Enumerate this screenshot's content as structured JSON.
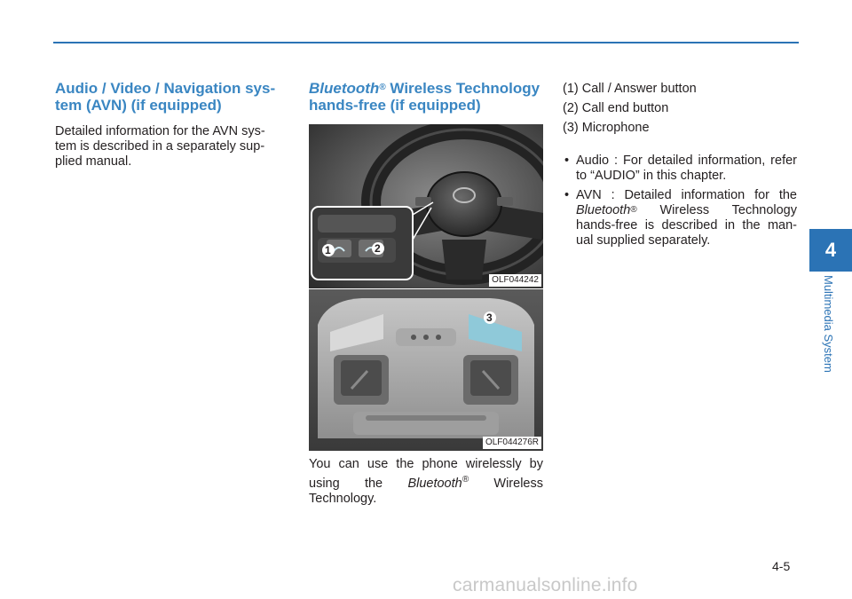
{
  "section1": {
    "heading": "Audio / Video / Navigation sys-\ntem (AVN) (if equipped)",
    "heading_line1": "Audio / Video / Navigation sys-",
    "heading_line2": "tem (AVN) (if equipped)",
    "body": "Detailed information for the AVN sys- tem is described in a separately sup- plied manual.",
    "body_lines": [
      "Detailed information for the AVN sys-",
      "tem is described in a separately sup-",
      "plied manual."
    ]
  },
  "section2": {
    "heading_italic": "Bluetooth",
    "heading_reg": "®",
    "heading_rest": " Wireless Technology",
    "heading_line2": "hands-free (if equipped)",
    "photo1_code": "OLF044242",
    "photo2_code": "OLF044276R",
    "photo1_labels": [
      "1",
      "2"
    ],
    "photo2_labels": [
      "3"
    ],
    "body_pre": "You can use the phone wirelessly by using the ",
    "body_italic": "Bluetooth",
    "body_reg": "®",
    "body_post": " Wireless Technology."
  },
  "section3": {
    "list": [
      "(1) Call / Answer button",
      "(2) Call end button",
      "(3) Microphone"
    ],
    "bullet1": "Audio : For detailed information, refer to “AUDIO” in this chapter.",
    "bullet2_pre": "AVN : Detailed information for the ",
    "bullet2_italic": "Bluetooth",
    "bullet2_reg": "®",
    "bullet2_post": " Wireless Technology hands-free is described in the man- ual supplied separately."
  },
  "side_tab": {
    "number": "4",
    "label": "Multimedia System"
  },
  "page_number": "4-5",
  "watermark": "carmanualsonline.info",
  "colors": {
    "accent": "#2b73b5",
    "heading": "#3a86c2"
  }
}
